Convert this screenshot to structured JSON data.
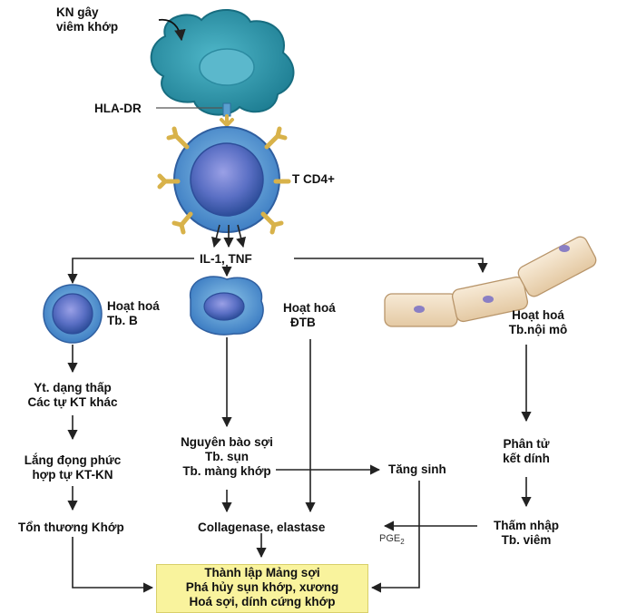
{
  "labels": {
    "antigen": [
      "KN gây",
      "viêm khớp"
    ],
    "hla": "HLA-DR",
    "tcd4": "T CD4+",
    "cytokines": "IL-1, TNF",
    "activate_b": [
      "Hoạt hoá",
      "Tb. B"
    ],
    "activate_macro": [
      "Hoạt hoá",
      "ĐTB"
    ],
    "activate_endo": [
      "Hoạt hoá",
      "Tb.nội mô"
    ],
    "rheum_factor": [
      "Yt. dạng thấp",
      "Các tự KT khác"
    ],
    "immune_complex": [
      "Lắng đọng phức",
      "hợp tự KT-KN"
    ],
    "joint_damage": "Tổn thương Khớp",
    "fibroblast": [
      "Nguyên bào sợi",
      "Tb. sụn",
      "Tb. màng khớp"
    ],
    "proliferation": "Tăng sinh",
    "adhesion": [
      "Phân tử",
      "kết dính"
    ],
    "infiltration": [
      "Thấm nhập",
      "Tb. viêm"
    ],
    "enzymes": "Collagenase, elastase",
    "pge_base": "PGE",
    "pge_sub": "2",
    "outcome": [
      "Thành lập Mảng sợi",
      "Phá hủy sụn khớp, xương",
      "Hoá sợi, dính cứng khớp"
    ]
  },
  "colors": {
    "apc_fill": "#2f9bb0",
    "apc_nucleus": "#5bb8cc",
    "cell_blue": "#4a6fb8",
    "cell_center": "#7a7ad0",
    "receptor_gold": "#d8b24a",
    "endo_fill": "#f1dcc0",
    "endo_nucleus": "#8a7fc4",
    "arrow": "#222222",
    "outcome_box": "#f9f39d"
  }
}
